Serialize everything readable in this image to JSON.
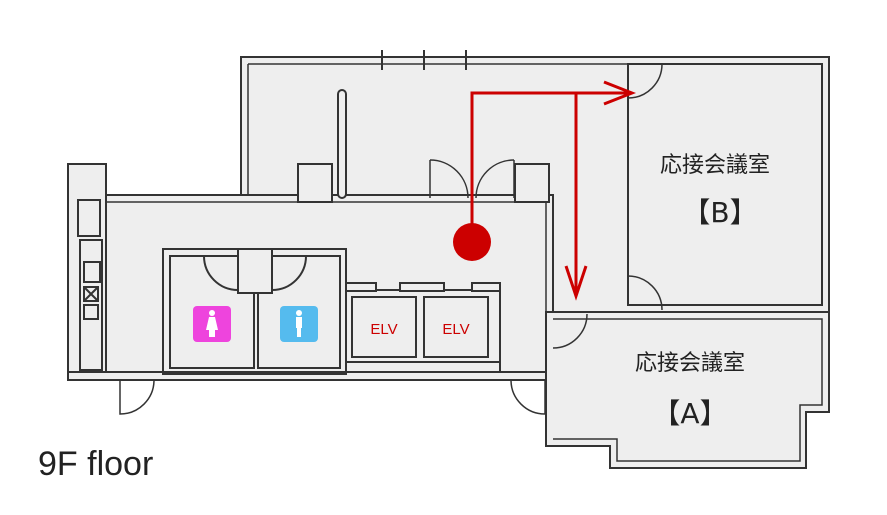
{
  "floor_label": "9F floor",
  "rooms": [
    {
      "name": "応接会議室",
      "code": "【B】"
    },
    {
      "name": "応接会議室",
      "code": "【A】"
    }
  ],
  "elevators": [
    {
      "label": "ELV"
    },
    {
      "label": "ELV"
    }
  ],
  "restrooms": [
    {
      "type": "female",
      "icon": "female-restroom-icon",
      "color": "#ee44dd"
    },
    {
      "type": "male",
      "icon": "male-restroom-icon",
      "color": "#55bbee"
    }
  ],
  "colors": {
    "wall": "#333333",
    "floor": "#eeeeee",
    "route": "#cc0000",
    "current_location": "#cc0000"
  }
}
